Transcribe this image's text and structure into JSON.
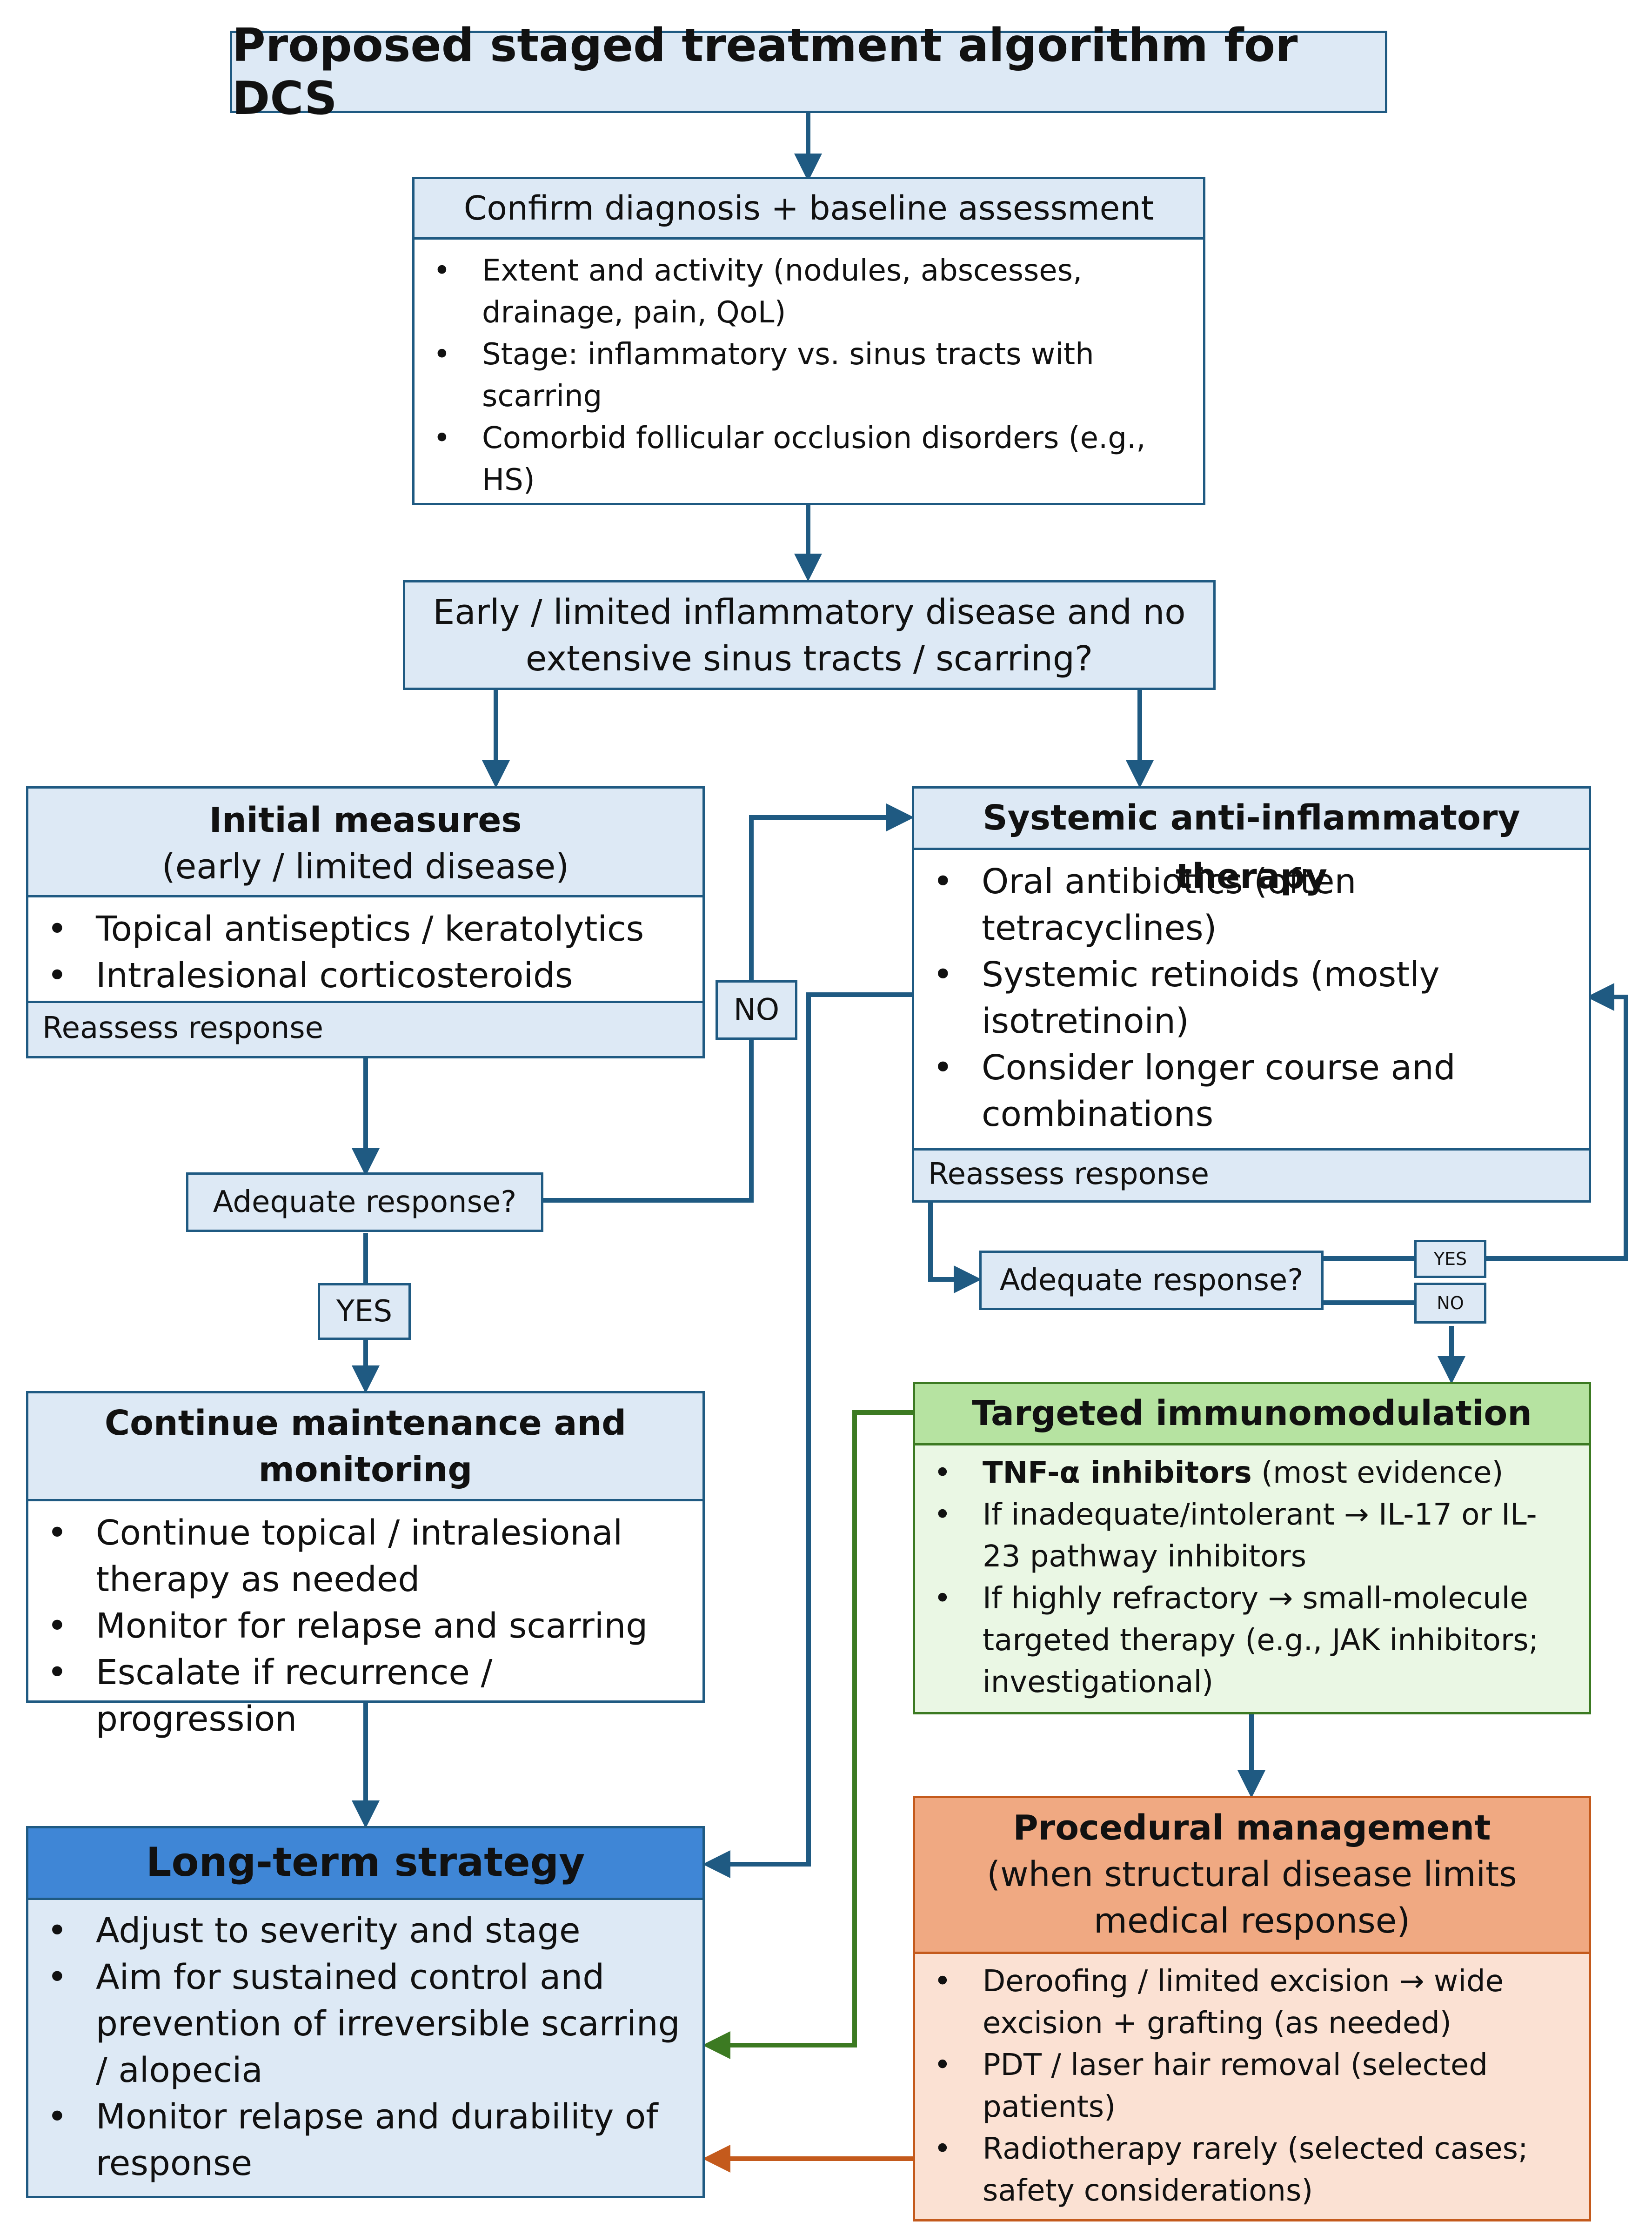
{
  "title": "Proposed staged treatment algorithm for DCS",
  "confirm": {
    "header": "Confirm diagnosis + baseline assessment",
    "bullets": [
      "Extent and activity (nodules, abscesses, drainage, pain, QoL)",
      "Stage: inflammatory vs. sinus tracts with scarring",
      "Comorbid follicular occlusion disorders (e.g., HS)"
    ]
  },
  "decision": {
    "line1": "Early / limited inflammatory disease and no",
    "line2": "extensive sinus tracts / scarring?"
  },
  "initial": {
    "title": "Initial measures",
    "subtitle": "(early / limited disease)",
    "bullets": [
      "Topical antiseptics / keratolytics",
      "Intralesional corticosteroids"
    ],
    "footer": "Reassess response"
  },
  "systemic": {
    "title": "Systemic anti-inflammatory therapy",
    "bullets": [
      "Oral antibiotics (often tetracyclines)",
      "Systemic retinoids (mostly isotretinoin)",
      "Consider longer course and combinations"
    ],
    "footer": "Reassess response"
  },
  "adequate_left": "Adequate response?",
  "adequate_right": "Adequate response?",
  "labels": {
    "no_left": "NO",
    "yes_left": "YES",
    "yes_right": "YES",
    "no_right": "NO"
  },
  "maintenance": {
    "title": "Continue maintenance and monitoring",
    "bullets": [
      "Continue topical / intralesional therapy as needed",
      "Monitor for relapse and scarring",
      "Escalate if recurrence / progression"
    ]
  },
  "targeted": {
    "title": "Targeted immunomodulation",
    "b1_bold": "TNF-α inhibitors",
    "b1_rest": " (most evidence)",
    "b2": "If inadequate/intolerant → IL-17 or IL-23 pathway inhibitors",
    "b3": "If highly refractory → small-molecule targeted therapy (e.g., JAK inhibitors; investigational)"
  },
  "procedural": {
    "title": "Procedural management",
    "subtitle": "(when structural disease limits medical response)",
    "bullets": [
      "Deroofing / limited excision → wide excision + grafting (as needed)",
      "PDT / laser hair removal (selected patients)",
      "Radiotherapy rarely (selected cases; safety considerations)"
    ]
  },
  "longterm": {
    "title": "Long-term strategy",
    "bullets": [
      "Adjust to severity and stage",
      "Aim for sustained control and prevention of irreversible scarring / alopecia",
      "Monitor relapse and durability of response"
    ]
  },
  "colors": {
    "blue_line": "#1f5a82",
    "light_blue": "#dde9f5",
    "green_line": "#3c7a22",
    "green_header": "#b6e3a1",
    "green_body": "#eaf7e4",
    "orange_line": "#c45a1c",
    "orange_header": "#f0a982",
    "orange_body": "#fbe1d3",
    "strong_blue": "#3f86d6"
  }
}
